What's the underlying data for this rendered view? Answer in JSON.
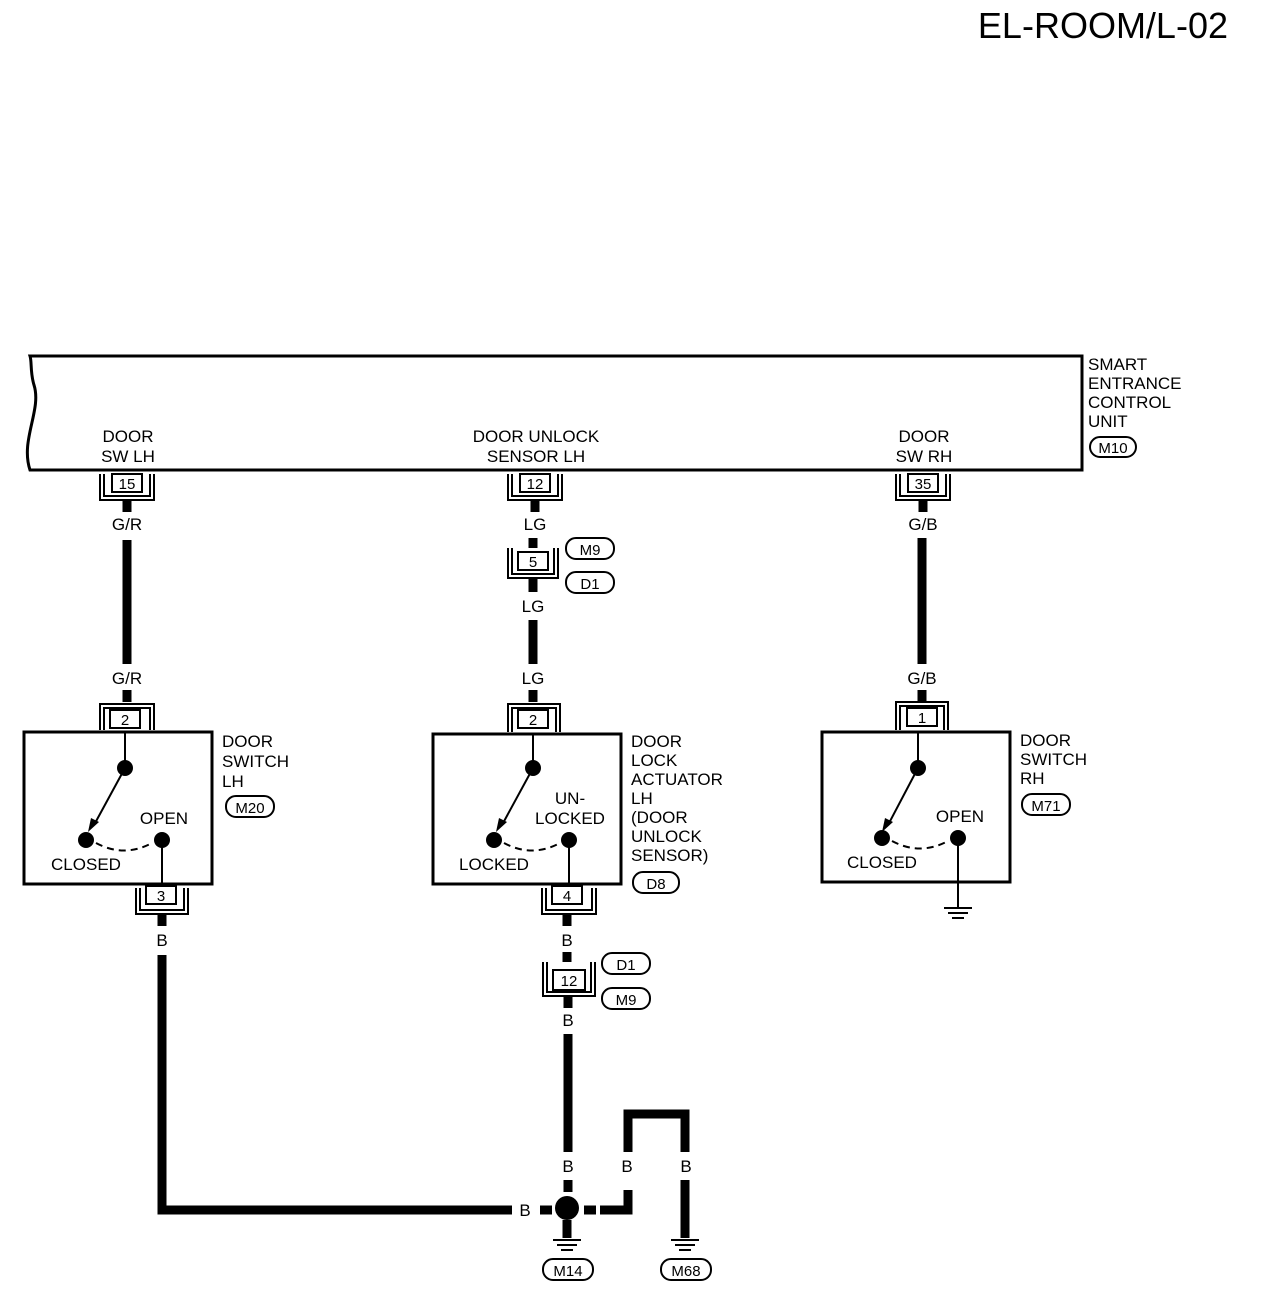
{
  "page_code": "EL-ROOM/L-02",
  "control_unit": {
    "lines": [
      "SMART",
      "ENTRANCE",
      "CONTROL",
      "UNIT"
    ],
    "connector": "M10",
    "terminals": [
      {
        "lines": [
          "DOOR",
          "SW LH"
        ],
        "pin": "15"
      },
      {
        "lines": [
          "DOOR UNLOCK",
          "SENSOR LH"
        ],
        "pin": "12"
      },
      {
        "lines": [
          "DOOR",
          "SW RH"
        ],
        "pin": "35"
      }
    ]
  },
  "wires": {
    "left_top": "G/R",
    "left_bottom": "G/R",
    "mid_top": "LG",
    "mid_after_conn": "LG",
    "mid_bottom": "LG",
    "right_top": "G/B",
    "right_bottom": "G/B",
    "left_ground": "B",
    "mid_ground_1": "B",
    "mid_ground_2": "B",
    "mid_ground_3": "B",
    "joint_left": "B",
    "loop_left": "B",
    "loop_right": "B"
  },
  "inline_connector_upper": {
    "pin": "5",
    "tags": [
      "M9",
      "D1"
    ]
  },
  "inline_connector_lower": {
    "pin": "12",
    "tags": [
      "D1",
      "M9"
    ]
  },
  "door_switch_lh": {
    "lines": [
      "DOOR",
      "SWITCH",
      "LH"
    ],
    "connector": "M20",
    "pin_top": "2",
    "pin_bottom": "3",
    "open_label": "OPEN",
    "closed_label": "CLOSED"
  },
  "door_lock_actuator": {
    "lines": [
      "DOOR",
      "LOCK",
      "ACTUATOR",
      "LH",
      "(DOOR",
      "UNLOCK",
      "SENSOR)"
    ],
    "connector": "D8",
    "pin_top": "2",
    "pin_bottom": "4",
    "unlocked_lines": [
      "UN-",
      "LOCKED"
    ],
    "locked_label": "LOCKED"
  },
  "door_switch_rh": {
    "lines": [
      "DOOR",
      "SWITCH",
      "RH"
    ],
    "connector": "M71",
    "pin_top": "1",
    "open_label": "OPEN",
    "closed_label": "CLOSED"
  },
  "grounds": [
    "M14",
    "M68"
  ]
}
